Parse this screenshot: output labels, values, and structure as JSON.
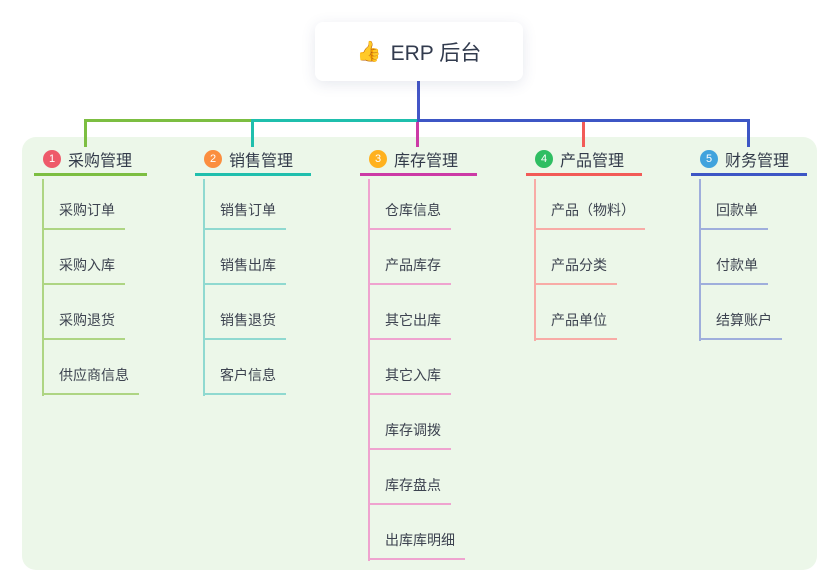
{
  "root": {
    "icon": "👍",
    "title": "ERP 后台"
  },
  "connectors": {
    "stem": "#4456c7",
    "segment_green": "#7cbe41",
    "segment_teal": "#1fbfad",
    "segment_indigo": "#3d56c5",
    "drop_green": "#7cbe41",
    "drop_teal": "#1fbfad",
    "drop_magenta": "#cc3aa6",
    "drop_red": "#f25b57",
    "drop_indigo": "#3d56c5"
  },
  "canvas": {
    "background": "#ffffff",
    "panel_background": "#ecf7e9",
    "text_color": "#333b4a"
  },
  "branches": [
    {
      "num": "1",
      "label": "采购管理",
      "badge_color": "#ee5a6a",
      "line_color": "#7cbe41",
      "child_line_color": "#aed583",
      "children": [
        "采购订单",
        "采购入库",
        "采购退货",
        "供应商信息"
      ]
    },
    {
      "num": "2",
      "label": "销售管理",
      "badge_color": "#fb8e3f",
      "line_color": "#1fbfad",
      "child_line_color": "#8fd9d0",
      "children": [
        "销售订单",
        "销售出库",
        "销售退货",
        "客户信息"
      ]
    },
    {
      "num": "3",
      "label": "库存管理",
      "badge_color": "#ffb11e",
      "line_color": "#cc3aa6",
      "child_line_color": "#efa3cf",
      "children": [
        "仓库信息",
        "产品库存",
        "其它出库",
        "其它入库",
        "库存调拨",
        "库存盘点",
        "出库库明细"
      ]
    },
    {
      "num": "4",
      "label": "产品管理",
      "badge_color": "#2fbe62",
      "line_color": "#f25b57",
      "child_line_color": "#f8aba6",
      "children": [
        "产品（物料）",
        "产品分类",
        "产品单位"
      ]
    },
    {
      "num": "5",
      "label": "财务管理",
      "badge_color": "#41a3dd",
      "line_color": "#3d56c5",
      "child_line_color": "#9faedc",
      "children": [
        "回款单",
        "付款单",
        "结算账户"
      ]
    }
  ]
}
